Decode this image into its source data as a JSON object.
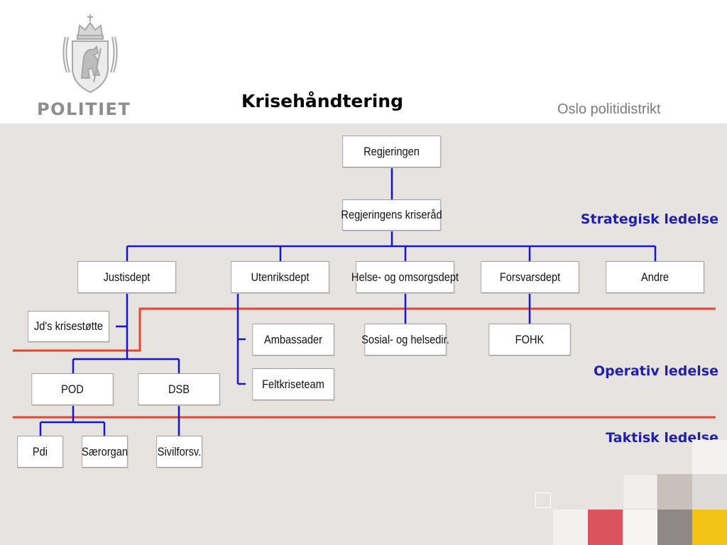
{
  "header": {
    "logo_text": "POLITIET",
    "title": "Krisehåndtering",
    "district": "Oslo politidistrikt"
  },
  "levels": {
    "strategic": "Strategisk ledelse",
    "operative": "Operativ ledelse",
    "tactical": "Taktisk ledelse"
  },
  "nodes": {
    "regjeringen": "Regjeringen",
    "kriserad": "Regjeringens kriseråd",
    "justisdept": "Justisdept",
    "utenriksdept": "Utenriksdept",
    "helsedept": "Helse- og omsorgsdept",
    "forsvarsdept": "Forsvarsdept",
    "andre": "Andre",
    "jd_krisestotte": "Jd's krisestøtte",
    "ambassader": "Ambassader",
    "feltkriseteam": "Feltkriseteam",
    "sosial_helsedir": "Sosial- og helsedir.",
    "fohk": "FOHK",
    "pod": "POD",
    "dsb": "DSB",
    "pdi": "Pdi",
    "saerorgan": "Særorgan",
    "sivilforsv": "Sivilforsv."
  },
  "colors": {
    "connector": "#1414d2",
    "level_divider": "#e8432e",
    "label_text": "#2020a8"
  }
}
